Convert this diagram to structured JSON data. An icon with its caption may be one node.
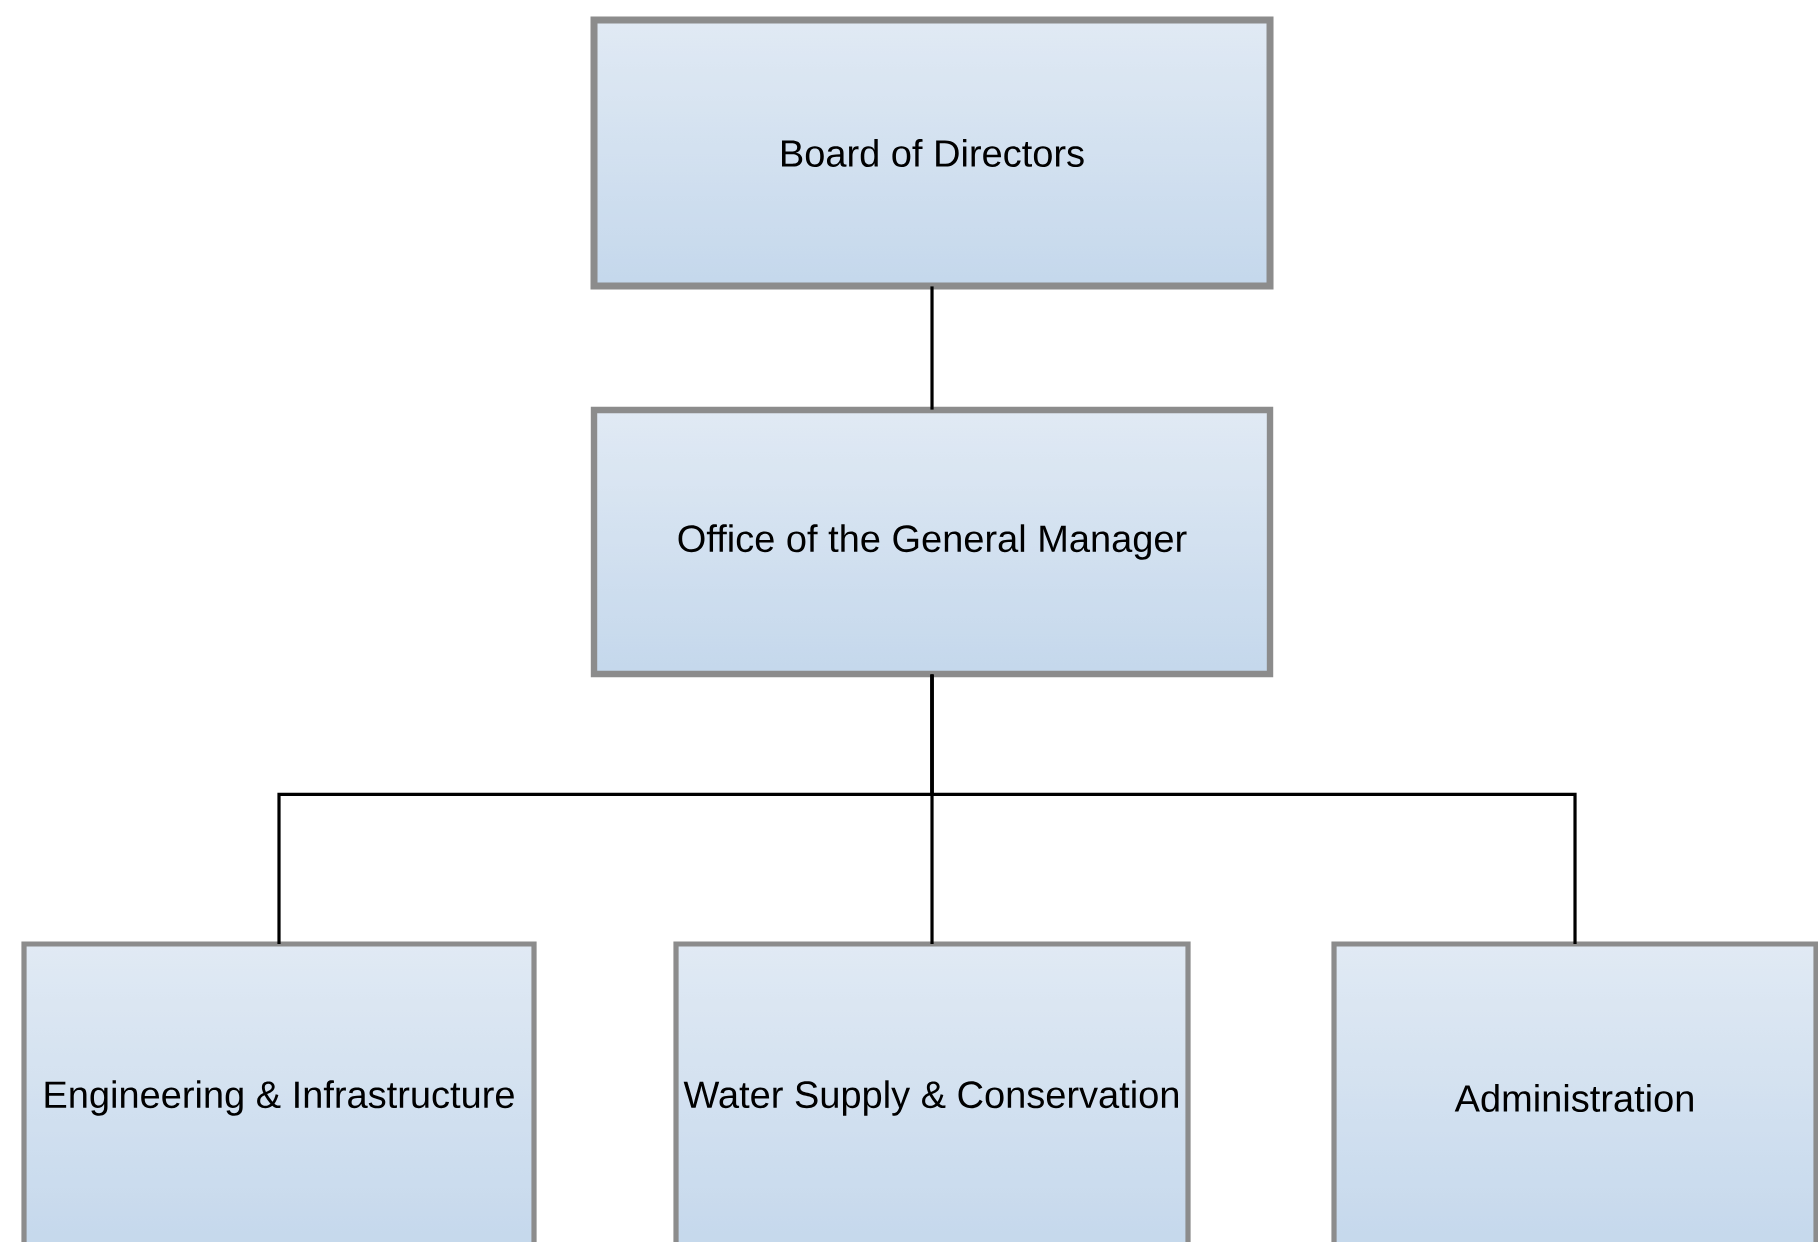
{
  "diagram": {
    "nodes": [
      {
        "text": [
          "Board of Directors"
        ]
      },
      {
        "text": [
          "Office of the General Manager"
        ]
      },
      {
        "text": [
          "Engineering & Infrastructure"
        ]
      },
      {
        "text": [
          "Water Supply & Conservation"
        ]
      },
      {
        "text": [
          "Administration"
        ]
      }
    ],
    "edges": [
      {
        "from": 0,
        "to": 1,
        "arrow": "none"
      },
      {
        "from": 1,
        "to": 2,
        "arrow": "none"
      },
      {
        "from": 1,
        "to": 3,
        "arrow": "none"
      },
      {
        "from": 1,
        "to": 4,
        "arrow": "none"
      }
    ]
  }
}
